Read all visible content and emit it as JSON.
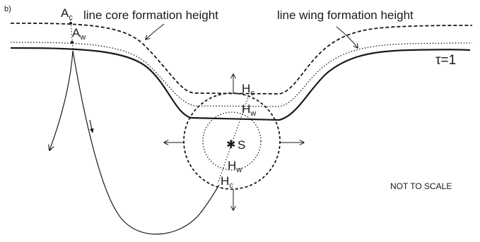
{
  "panel_label": "b)",
  "labels": {
    "core_height": "line core formation height",
    "wing_height": "line wing formation height",
    "tau": "τ=1",
    "not_to_scale": "NOT TO SCALE",
    "source": "S",
    "source_marker": "✱"
  },
  "points": {
    "A": {
      "base": "A",
      "core_sub": "c",
      "wing_sub": "w"
    },
    "H": {
      "base": "H",
      "core_sub": "c",
      "wing_sub": "w"
    }
  },
  "colors": {
    "ink": "#1a1a1a",
    "background": "#ffffff"
  }
}
